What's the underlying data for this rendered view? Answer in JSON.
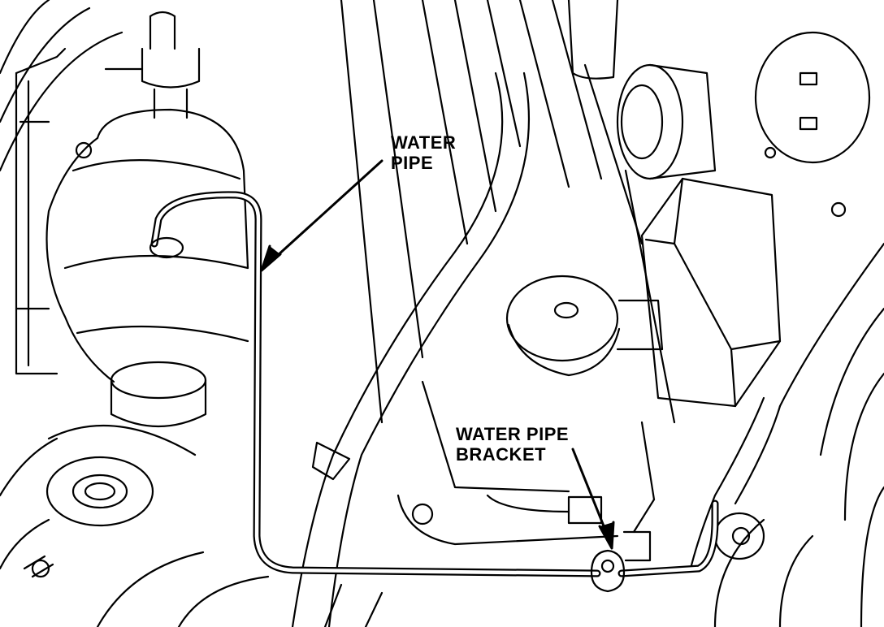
{
  "callouts": {
    "water_pipe": {
      "line1": "WATER",
      "line2": "PIPE"
    },
    "water_pipe_bracket": {
      "line1": "WATER PIPE",
      "line2": "BRACKET"
    }
  },
  "colors": {
    "ink": "#000000",
    "paper": "#ffffff"
  }
}
